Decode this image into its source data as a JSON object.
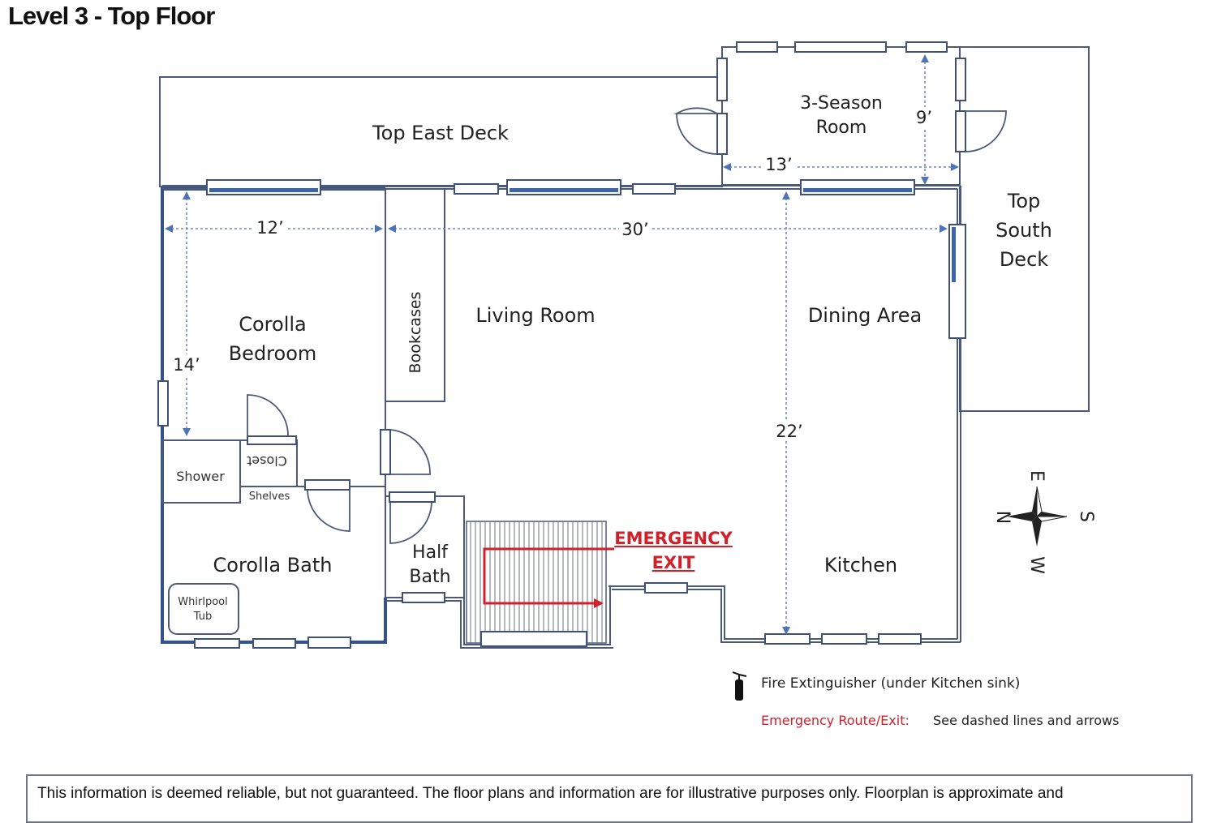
{
  "title": "Level 3 - Top Floor",
  "rooms": {
    "top_east_deck": "Top East Deck",
    "three_season_line1": "3-Season",
    "three_season_line2": "Room",
    "top_south_line1": "Top",
    "top_south_line2": "South",
    "top_south_line3": "Deck",
    "corolla_bedroom_line1": "Corolla",
    "corolla_bedroom_line2": "Bedroom",
    "bookcases": "Bookcases",
    "living_room": "Living Room",
    "dining_area": "Dining Area",
    "shower": "Shower",
    "closet": "Closet",
    "shelves": "Shelves",
    "corolla_bath": "Corolla Bath",
    "whirlpool_line1": "Whirlpool",
    "whirlpool_line2": "Tub",
    "half_bath_line1": "Half",
    "half_bath_line2": "Bath",
    "kitchen": "Kitchen"
  },
  "dimensions": {
    "bedroom_width": "12’",
    "house_width": "30’",
    "bedroom_depth": "14’",
    "kitchen_depth": "22’",
    "season_width": "13’",
    "season_depth": "9’"
  },
  "emergency": {
    "line1": "EMERGENCY",
    "line2": "EXIT",
    "color": "#d0202a"
  },
  "compass": {
    "n": "N",
    "e": "E",
    "s": "S",
    "w": "W"
  },
  "legend": {
    "fire_extinguisher": "Fire Extinguisher (under Kitchen sink)",
    "route_label": "Emergency Route/Exit:",
    "route_desc": "See dashed lines and arrows"
  },
  "disclaimer": "This information is deemed reliable, but not guaranteed. The floor plans and information are for illustrative purposes only. Floorplan is approximate and"
}
